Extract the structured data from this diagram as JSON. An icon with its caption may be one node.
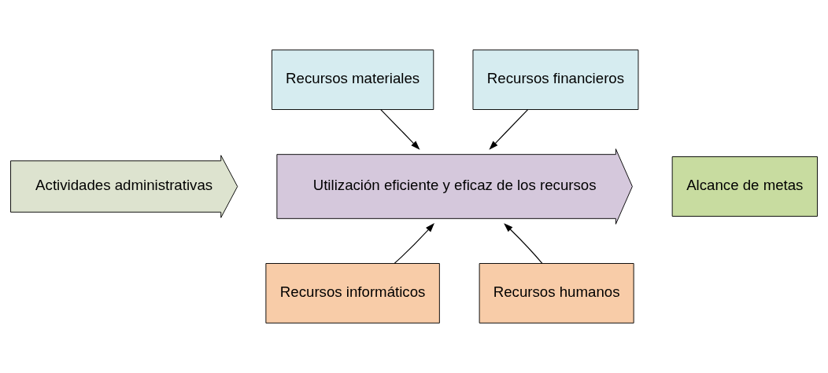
{
  "diagram": {
    "nodes": [
      {
        "text": [
          "Actividades administrativas"
        ]
      },
      {
        "text": [
          "Recursos materiales"
        ]
      },
      {
        "text": [
          "Recursos financieros"
        ]
      },
      {
        "text": [
          "Utilización eficiente y eficaz de los recursos"
        ]
      },
      {
        "text": [
          "Alcance de metas"
        ]
      },
      {
        "text": [
          "Recursos informáticos"
        ]
      },
      {
        "text": [
          "Recursos humanos"
        ]
      }
    ],
    "edges": [
      {
        "from": 1,
        "to": 3,
        "arrow": "to"
      },
      {
        "from": 2,
        "to": 3,
        "arrow": "to"
      },
      {
        "from": 5,
        "to": 3,
        "arrow": "to"
      },
      {
        "from": 6,
        "to": 3,
        "arrow": "to"
      }
    ]
  }
}
